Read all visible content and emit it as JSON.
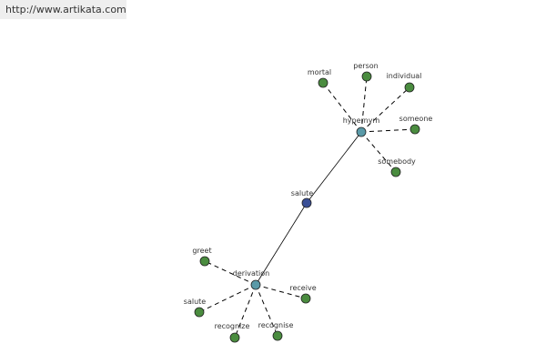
{
  "source_url": "http://www.artikata.com",
  "colors": {
    "center_node": "#3a4f96",
    "relation_node": "#5a9aa8",
    "leaf_node": "#4a8c3f",
    "background": "#ffffff",
    "url_bar_bg": "#eeeeee"
  },
  "center": {
    "id": "salute-center",
    "label": "salute"
  },
  "relations": [
    {
      "id": "hypernym",
      "label": "hypernym"
    },
    {
      "id": "derivation",
      "label": "derivation"
    }
  ],
  "leaves": [
    {
      "id": "mortal",
      "label": "mortal",
      "relation": "hypernym"
    },
    {
      "id": "person",
      "label": "person",
      "relation": "hypernym"
    },
    {
      "id": "individual",
      "label": "individual",
      "relation": "hypernym"
    },
    {
      "id": "someone",
      "label": "someone",
      "relation": "hypernym"
    },
    {
      "id": "somebody",
      "label": "somebody",
      "relation": "hypernym"
    },
    {
      "id": "greet",
      "label": "greet",
      "relation": "derivation"
    },
    {
      "id": "receive",
      "label": "receive",
      "relation": "derivation"
    },
    {
      "id": "salute-leaf",
      "label": "salute",
      "relation": "derivation"
    },
    {
      "id": "recognize",
      "label": "recognize",
      "relation": "derivation"
    },
    {
      "id": "recognise",
      "label": "recognise",
      "relation": "derivation"
    }
  ]
}
